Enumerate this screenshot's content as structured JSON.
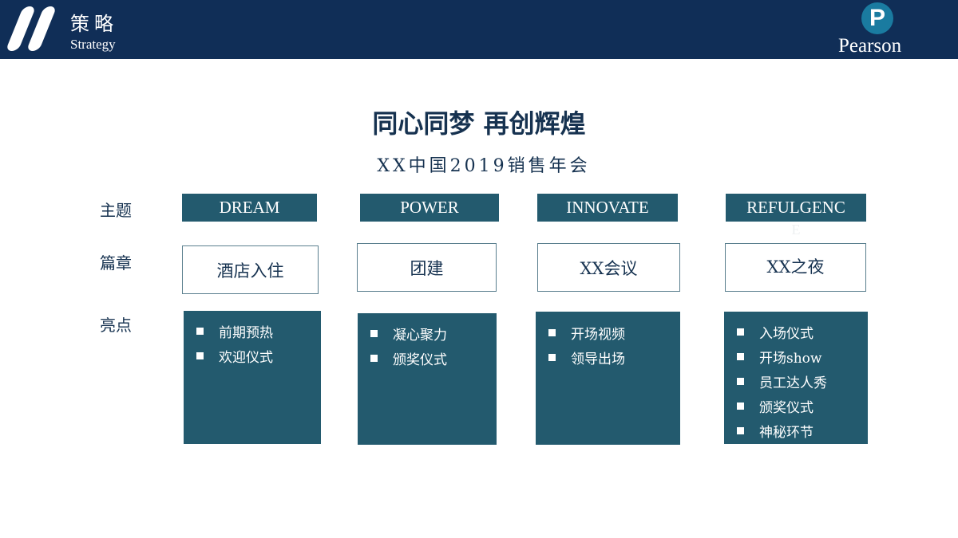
{
  "header": {
    "section_cn": "策略",
    "section_en": "Strategy",
    "logo_letter": "P",
    "logo_text": "Pearson"
  },
  "title": "同心同梦  再创辉煌",
  "subtitle": "XX中国2019销售年会",
  "row_labels": {
    "theme": "主题",
    "chapter": "篇章",
    "highlight": "亮点"
  },
  "columns": [
    {
      "theme": "DREAM",
      "chapter": "酒店入住",
      "highlights": [
        "前期预热",
        "欢迎仪式"
      ]
    },
    {
      "theme": "POWER",
      "chapter": "团建",
      "highlights": [
        "凝心聚力",
        "颁奖仪式"
      ]
    },
    {
      "theme": "INNOVATE",
      "chapter": "XX会议",
      "highlights": [
        "开场视频",
        "领导出场"
      ]
    },
    {
      "theme": "REFULGENC",
      "theme_overflow": "E",
      "chapter": "XX之夜",
      "highlights": [
        "入场仪式",
        "开场show",
        "员工达人秀",
        "颁奖仪式",
        "神秘环节"
      ]
    }
  ],
  "colors": {
    "header": "#102e57",
    "box": "#235a6e",
    "text": "#163250",
    "logo": "#1a7ba0"
  }
}
